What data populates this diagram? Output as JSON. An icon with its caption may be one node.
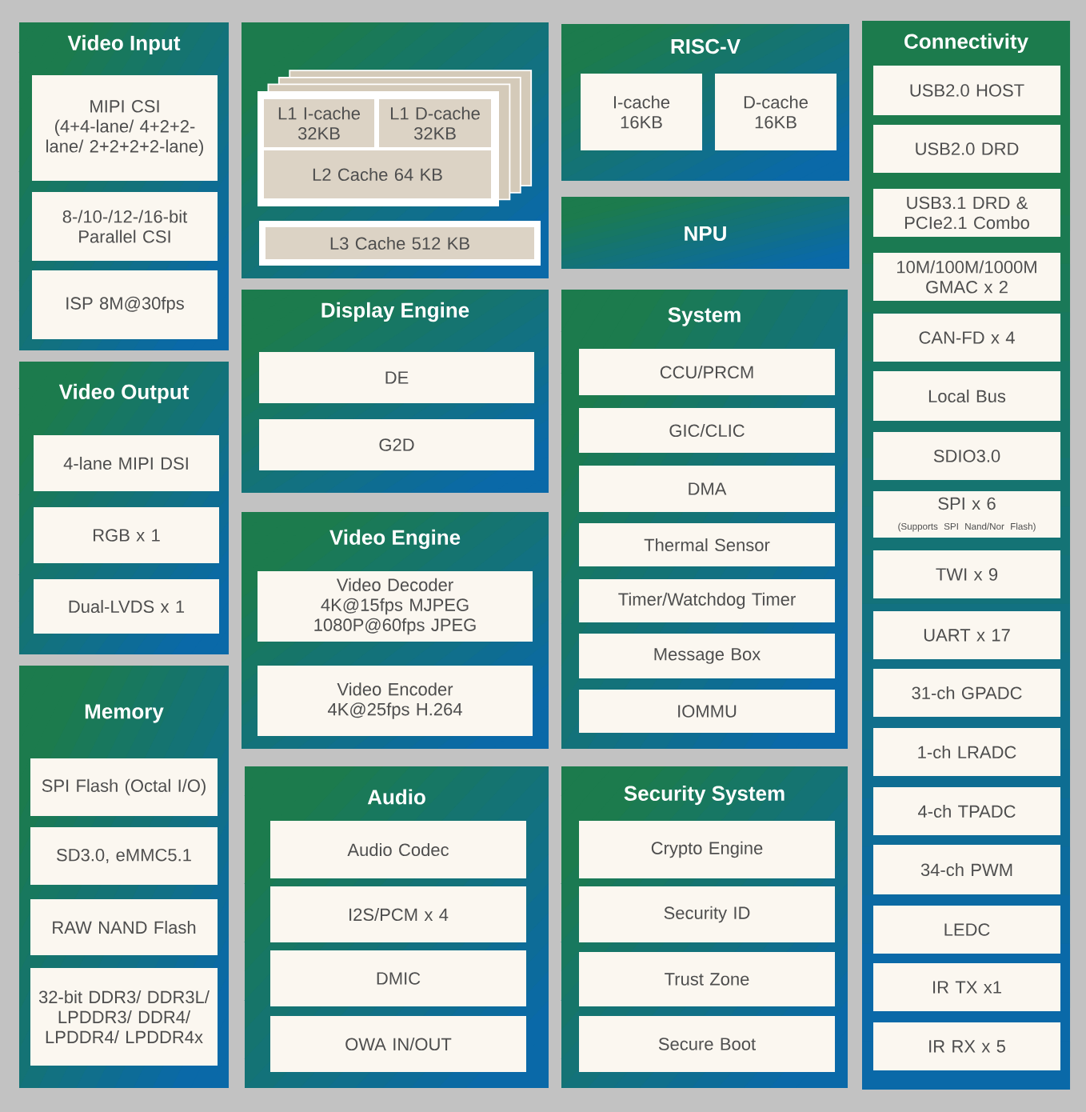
{
  "diagram": {
    "nodes": [
      {
        "text": [
          "Video Input"
        ]
      },
      {
        "text": [
          "MIPI CSI",
          "(4+4-lane/ 4+2+2-lane/ 2+2+2+2-lane)"
        ],
        "in": 0
      },
      {
        "text": [
          "8-/10-/12-/16-bit Parallel CSI"
        ],
        "in": 0
      },
      {
        "text": [
          "ISP 8M@30fps"
        ],
        "in": 0
      },
      {
        "text": [
          "Video Output"
        ]
      },
      {
        "text": [
          "4-lane MIPI DSI"
        ],
        "in": 4
      },
      {
        "text": [
          "RGB x 1"
        ],
        "in": 4
      },
      {
        "text": [
          "Dual-LVDS x 1"
        ],
        "in": 4
      },
      {
        "text": [
          "Memory"
        ]
      },
      {
        "text": [
          "SPI Flash (Octal I/O)"
        ],
        "in": 8
      },
      {
        "text": [
          "SD3.0, eMMC5.1"
        ],
        "in": 8
      },
      {
        "text": [
          "RAW NAND Flash"
        ],
        "in": 8
      },
      {
        "text": [
          "32-bit DDR3/ DDR3L/ LPDDR3/ DDR4/ LPDDR4/ LPDDR4x"
        ],
        "in": 8
      },
      {
        "text": [],
        "shape": "box"
      },
      {
        "text": [
          "L1 I-cache 32KB"
        ],
        "in": 13
      },
      {
        "text": [
          "L1 D-cache 32KB"
        ],
        "in": 13
      },
      {
        "text": [
          "L2 Cache 64 KB"
        ],
        "in": 13
      },
      {
        "text": [
          "L3 Cache 512 KB"
        ],
        "in": 13
      },
      {
        "text": [
          "Display Engine"
        ]
      },
      {
        "text": [
          "DE"
        ],
        "in": 18
      },
      {
        "text": [
          "G2D"
        ],
        "in": 18
      },
      {
        "text": [
          "Video Engine"
        ]
      },
      {
        "text": [
          "Video Decoder",
          "4K@15fps MJPEG",
          "1080P@60fps JPEG"
        ],
        "in": 21
      },
      {
        "text": [
          "Video Encoder",
          "4K@25fps H.264"
        ],
        "in": 21
      },
      {
        "text": [
          "Audio"
        ]
      },
      {
        "text": [
          "Audio Codec"
        ],
        "in": 24
      },
      {
        "text": [
          "I2S/PCM x 4"
        ],
        "in": 24
      },
      {
        "text": [
          "DMIC"
        ],
        "in": 24
      },
      {
        "text": [
          "OWA IN/OUT"
        ],
        "in": 24
      },
      {
        "text": [
          "RISC-V"
        ]
      },
      {
        "text": [
          "I-cache 16KB"
        ],
        "in": 29
      },
      {
        "text": [
          "D-cache 16KB"
        ],
        "in": 29
      },
      {
        "text": [
          "NPU"
        ]
      },
      {
        "text": [
          "System"
        ]
      },
      {
        "text": [
          "CCU/PRCM"
        ],
        "in": 33
      },
      {
        "text": [
          "GIC/CLIC"
        ],
        "in": 33
      },
      {
        "text": [
          "DMA"
        ],
        "in": 33
      },
      {
        "text": [
          "Thermal Sensor"
        ],
        "in": 33
      },
      {
        "text": [
          "Timer/Watchdog Timer"
        ],
        "in": 33
      },
      {
        "text": [
          "Message Box"
        ],
        "in": 33
      },
      {
        "text": [
          "IOMMU"
        ],
        "in": 33
      },
      {
        "text": [
          "Security System"
        ]
      },
      {
        "text": [
          "Crypto Engine"
        ],
        "in": 41
      },
      {
        "text": [
          "Security ID"
        ],
        "in": 41
      },
      {
        "text": [
          "Trust Zone"
        ],
        "in": 41
      },
      {
        "text": [
          "Secure Boot"
        ],
        "in": 41
      },
      {
        "text": [
          "Connectivity"
        ]
      },
      {
        "text": [
          "USB2.0 HOST"
        ],
        "in": 46
      },
      {
        "text": [
          "USB2.0 DRD"
        ],
        "in": 46
      },
      {
        "text": [
          "USB3.1 DRD & PCIe2.1 Combo"
        ],
        "in": 46
      },
      {
        "text": [
          "10M/100M/1000M GMAC x 2"
        ],
        "in": 46
      },
      {
        "text": [
          "CAN-FD x 4"
        ],
        "in": 46
      },
      {
        "text": [
          "Local Bus"
        ],
        "in": 46
      },
      {
        "text": [
          "SDIO3.0"
        ],
        "in": 46
      },
      {
        "text": [
          "SPI x 6",
          "(Supports SPI Nand/Nor Flash)"
        ],
        "in": 46
      },
      {
        "text": [
          "TWI x 9"
        ],
        "in": 46
      },
      {
        "text": [
          "UART x 17"
        ],
        "in": 46
      },
      {
        "text": [
          "31-ch GPADC"
        ],
        "in": 46
      },
      {
        "text": [
          "1-ch LRADC"
        ],
        "in": 46
      },
      {
        "text": [
          "4-ch TPADC"
        ],
        "in": 46
      },
      {
        "text": [
          "34-ch PWM"
        ],
        "in": 46
      },
      {
        "text": [
          "LEDC"
        ],
        "in": 46
      },
      {
        "text": [
          "IR TX x1"
        ],
        "in": 46
      },
      {
        "text": [
          "IR RX x 5"
        ],
        "in": 46
      }
    ]
  }
}
